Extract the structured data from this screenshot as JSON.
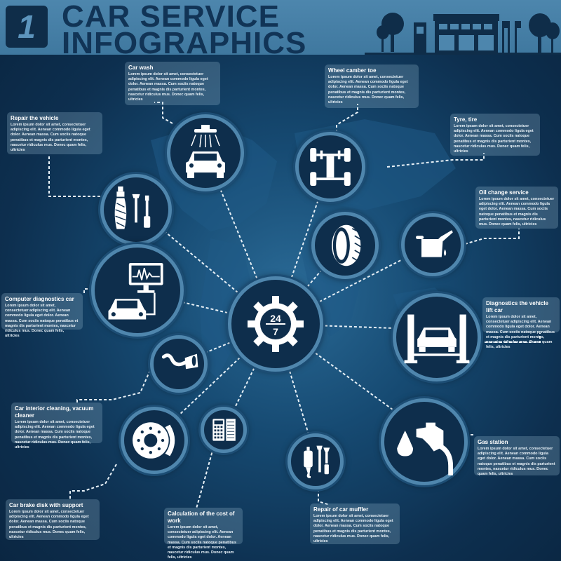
{
  "header": {
    "number": "1",
    "title_line1": "CAR SERVICE",
    "title_line2": "INFOGRAPHICS"
  },
  "colors": {
    "background": "#0d2f4f",
    "accent": "#4f86ad",
    "header_text": "#113456"
  },
  "center": {
    "label_top": "24",
    "label_bottom": "7"
  },
  "lorem": "Lorem ipsum dolor sit amet, consectetuer adipiscing elit. Aenean commodo ligula eget dolor. Aenean massa. Cum sociis natoque penatibus et magnis dis parturient montes, nascetur ridiculus mus.   Donec quam felis, ultricies",
  "items": [
    {
      "title": "Car wash",
      "icon": "car-wash-icon"
    },
    {
      "title": "Wheel camber toe",
      "icon": "wheel-camber-icon"
    },
    {
      "title": "Repair the vehicle",
      "icon": "repair-tools-icon"
    },
    {
      "title": "Tyre, tire",
      "icon": "tire-icon"
    },
    {
      "title": "Oil change service",
      "icon": "oil-can-icon"
    },
    {
      "title": "Computer diagnostics car",
      "icon": "computer-diagnostics-icon"
    },
    {
      "title": "Diagnostics the vehicle lift car",
      "icon": "car-lift-icon"
    },
    {
      "title": "Car interior cleaning, vacuum cleaner",
      "icon": "vacuum-cleaner-icon"
    },
    {
      "title": "Gas station",
      "icon": "fuel-nozzle-icon"
    },
    {
      "title": "Car brake disk with support",
      "icon": "brake-disk-icon"
    },
    {
      "title": "Calculation of the cost of work",
      "icon": "calculator-icon"
    },
    {
      "title": "Repair of car muffler",
      "icon": "muffler-icon"
    }
  ]
}
